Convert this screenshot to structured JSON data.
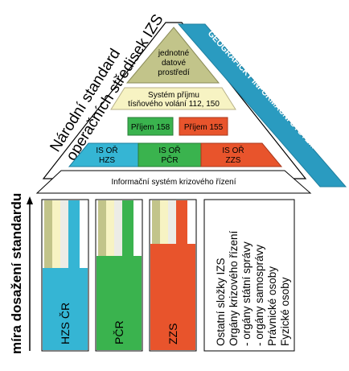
{
  "title_lines": [
    "Národní standard",
    "operačních středisek IZS"
  ],
  "geo_band": "GEOGRAFICKÝ INFORMAČNÍ SYSTÉM",
  "apex_lines": [
    "jednotné",
    "datové",
    "prostředí"
  ],
  "reception_lines": [
    "Systém příjmu",
    "tísňového volání 112, 150"
  ],
  "prijem_158": "Příjem 158",
  "prijem_155": "Příjem 155",
  "is_or": [
    {
      "line1": "IS OŘ",
      "line2": "HZS"
    },
    {
      "line1": "IS OŘ",
      "line2": "PČR"
    },
    {
      "line1": "IS OŘ",
      "line2": "ZZS"
    }
  ],
  "kriz_system": "Informační systém krizového řízení",
  "axis_label": "míra dosažení standardu",
  "columns": [
    "HZS ČR",
    "PČR",
    "ZZS"
  ],
  "legend_lines": [
    "Ostatní složky IZS",
    "Orgány krizového řízení",
    "- orgány státní správy",
    "- orgány samosprávy",
    "Právnické osoby",
    "Fyzické osoby"
  ],
  "colors": {
    "olive": "#c2c48a",
    "pale_yellow": "#f7f3c3",
    "green": "#3ab34e",
    "red": "#e8542c",
    "blue": "#35b5d4",
    "blue_dark": "#2a9bc0",
    "light_gray": "#ecece6"
  }
}
